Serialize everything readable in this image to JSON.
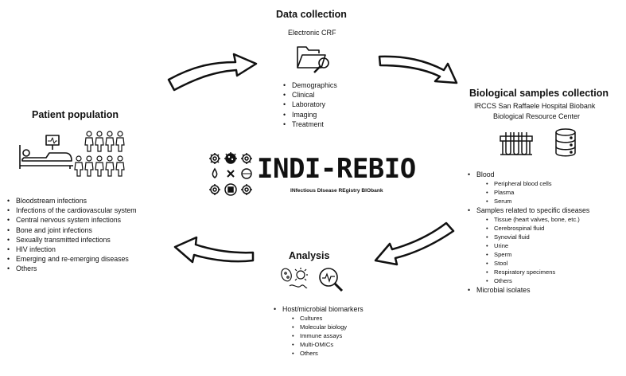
{
  "data_collection": {
    "title": "Data collection",
    "subtitle": "Electronic CRF",
    "items": [
      "Demographics",
      "Clinical",
      "Laboratory",
      "Imaging",
      "Treatment"
    ]
  },
  "samples": {
    "title": "Biological samples collection",
    "line1": "IRCCS San Raffaele Hospital Biobank",
    "line2": "Biological Resource Center",
    "blood": {
      "label": "Blood",
      "items": [
        "Peripheral blood cells",
        "Plasma",
        "Serum"
      ]
    },
    "specific": {
      "label": "Samples related to specific diseases",
      "items": [
        "Tissue (heart valves, bone, etc.)",
        "Cerebrospinal fluid",
        "Synovial fluid",
        "Urine",
        "Sperm",
        "Stool",
        "Respiratory specimens",
        "Others"
      ]
    },
    "microbial": "Microbial isolates"
  },
  "patient": {
    "title": "Patient population",
    "items": [
      "Bloodstream infections",
      "Infections of the cardiovascular system",
      "Central nervous system infections",
      "Bone and joint infections",
      "Sexually transmitted infections",
      "HIV infection",
      "Emerging and re-emerging diseases",
      "Others"
    ]
  },
  "analysis": {
    "title": "Analysis",
    "main": "Host/microbial biomarkers",
    "items": [
      "Cultures",
      "Molecular biology",
      "Immune assays",
      "Multi-OMICs",
      "Others"
    ]
  },
  "logo": {
    "name": "INDI-REBIO",
    "tagline": "INfectious DIsease REgistry BIObank"
  },
  "icons": [
    "folder-search-icon",
    "test-tubes-icon",
    "database-icon",
    "hospital-bed-icon",
    "monitor-icon",
    "people-group-icon",
    "microbes-icon",
    "magnifier-graph-icon",
    "cycle-arrow-icon"
  ]
}
